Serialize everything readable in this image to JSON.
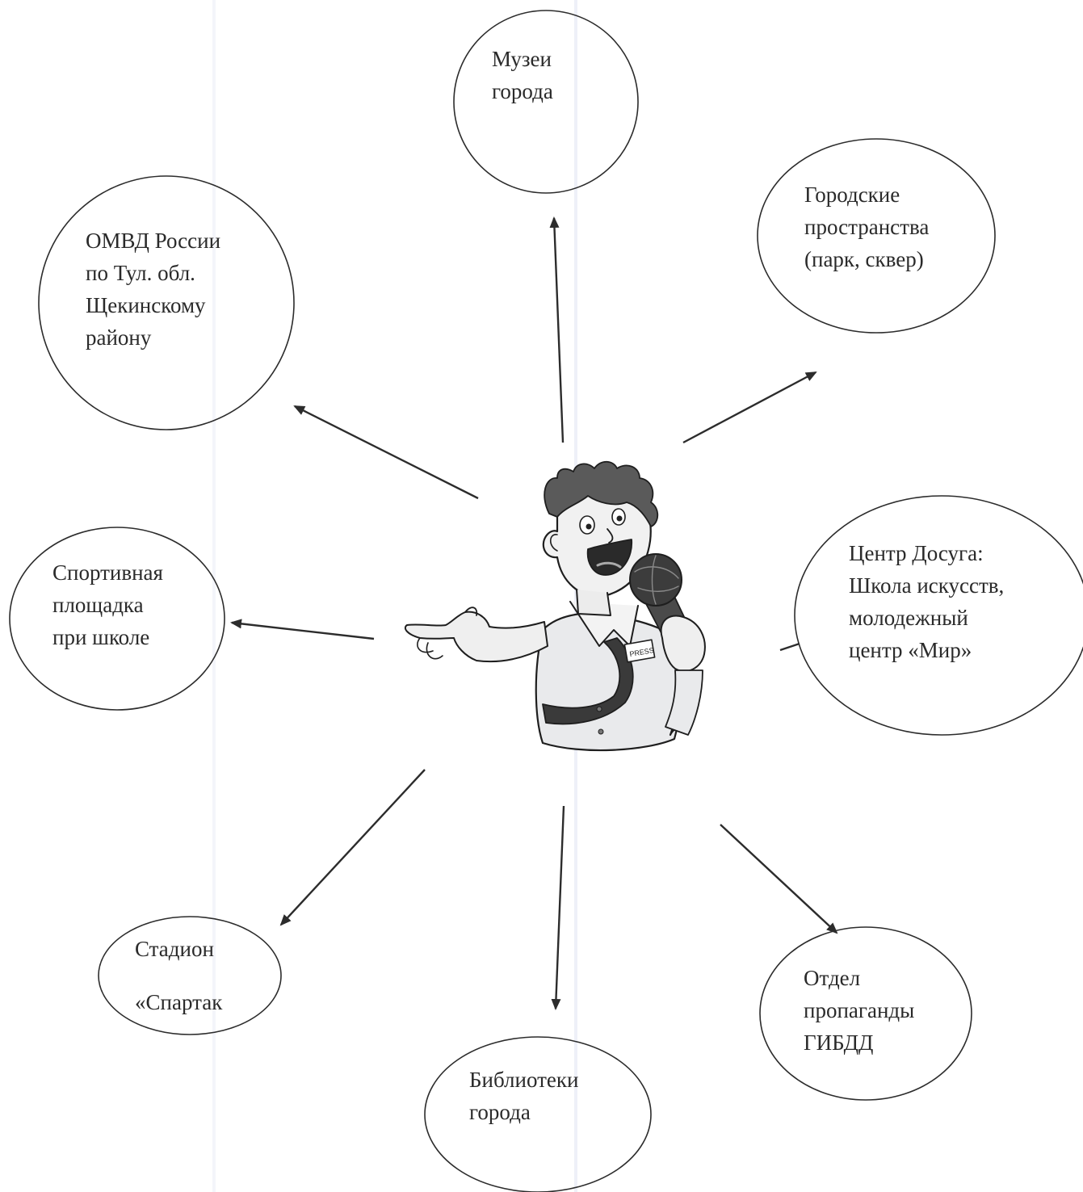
{
  "nodes": [
    {
      "id": "museums",
      "lines": [
        "Музеи",
        "города"
      ]
    },
    {
      "id": "city-spaces",
      "lines": [
        "Городские",
        "пространства",
        "(парк, сквер)"
      ]
    },
    {
      "id": "police",
      "lines": [
        "ОМВД России",
        "по  Тул. обл.",
        "Щекинскому",
        "району"
      ]
    },
    {
      "id": "sports-ground",
      "lines": [
        "Спортивная",
        "площадка",
        "при школе"
      ]
    },
    {
      "id": "leisure-center",
      "lines": [
        "Центр Досуга:",
        "Школа искусств,",
        "молодежный",
        "центр  «Мир»"
      ]
    },
    {
      "id": "stadium",
      "lines": [
        "Стадион",
        "«Спартак"
      ]
    },
    {
      "id": "libraries",
      "lines": [
        "Библиотеки",
        "города"
      ]
    },
    {
      "id": "traffic-police",
      "lines": [
        "Отдел",
        "пропаганды",
        "ГИБДД"
      ]
    }
  ],
  "illustration": {
    "icon": "reporter-with-microphone-icon",
    "badge_text": "PRESS"
  }
}
